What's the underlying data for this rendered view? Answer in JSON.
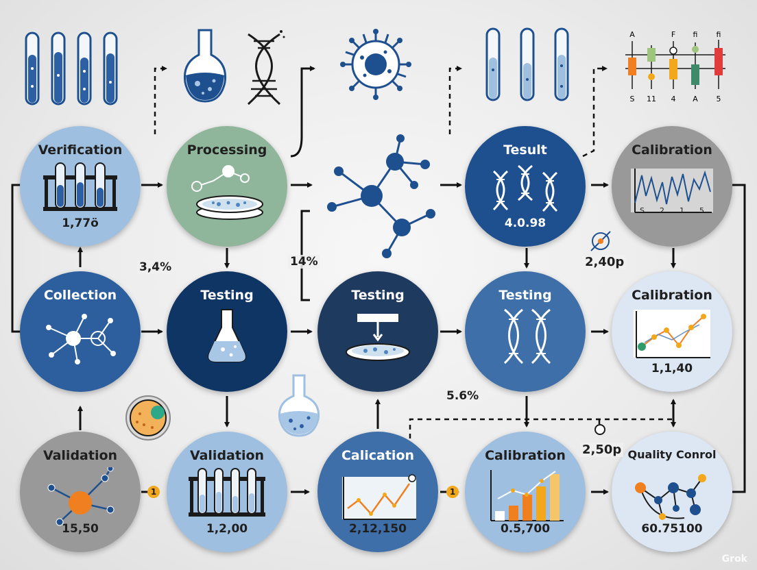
{
  "nodes": [
    {
      "title": "Verification",
      "value": "1,77ö"
    },
    {
      "title": "Processing",
      "value": ""
    },
    {
      "title": "Tesult",
      "value": "4.0.98"
    },
    {
      "title": "Calibration",
      "value": ""
    },
    {
      "title": "Collection",
      "value": ""
    },
    {
      "title": "Testing",
      "value": ""
    },
    {
      "title": "Testing",
      "value": ""
    },
    {
      "title": "Testing",
      "value": ""
    },
    {
      "title": "Calibration",
      "value": "1,1,40"
    },
    {
      "title": "Validation",
      "value": "15,50"
    },
    {
      "title": "Validation",
      "value": "1,2,00"
    },
    {
      "title": "Calication",
      "value": "2,12,150"
    },
    {
      "title": "Calibration",
      "value": "0.5,700"
    },
    {
      "title": "Quality Conrol",
      "value": "60.75100"
    }
  ],
  "annotations": {
    "pct_a": "3,4%",
    "pct_b": "14%",
    "pct_c": "5.6%",
    "val_a": "2,40p",
    "val_b": "2,50p",
    "badge_a": "1",
    "badge_b": "1"
  },
  "top_chart": {
    "top_labels": [
      "A",
      "F",
      "fi",
      "fi"
    ],
    "bottom_labels": [
      "S",
      "11",
      "4",
      "A",
      "5"
    ]
  },
  "calib_chart": {
    "ticks": [
      "S",
      "2",
      "1",
      "5"
    ]
  },
  "watermark": "Grok",
  "colors": {
    "light_blue": "#9fbfe0",
    "green": "#8fb59a",
    "royal_blue": "#1e4f8e",
    "navy": "#0f3565",
    "grey": "#999999",
    "pale_blue": "#dce7f3",
    "mid_blue": "#3e6fa8",
    "orange": "#f07f1f",
    "yellow": "#f3a81c"
  }
}
